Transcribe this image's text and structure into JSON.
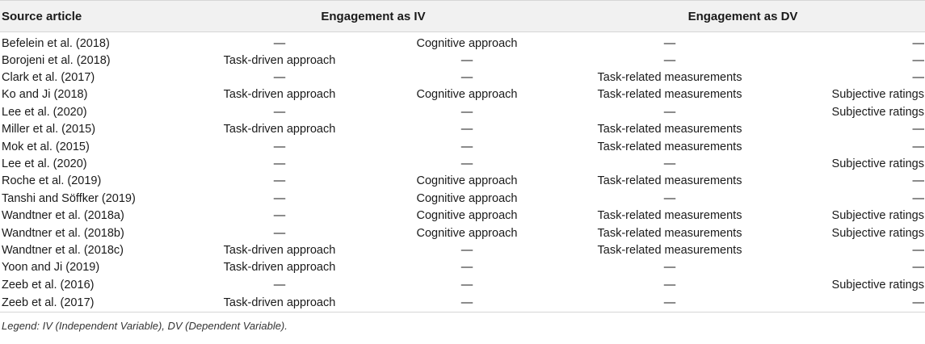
{
  "table": {
    "headers": {
      "source": "Source article",
      "iv": "Engagement as IV",
      "dv": "Engagement as DV"
    },
    "rows": [
      [
        "Befelein et al. (2018)",
        "—",
        "Cognitive approach",
        "—",
        "—"
      ],
      [
        "Borojeni et al. (2018)",
        "Task-driven approach",
        "—",
        "—",
        "—"
      ],
      [
        "Clark et al. (2017)",
        "—",
        "—",
        "Task-related measurements",
        "—"
      ],
      [
        "Ko and Ji (2018)",
        "Task-driven approach",
        "Cognitive approach",
        "Task-related measurements",
        "Subjective ratings"
      ],
      [
        "Lee et al. (2020)",
        "—",
        "—",
        "—",
        "Subjective ratings"
      ],
      [
        "Miller et al. (2015)",
        "Task-driven approach",
        "—",
        "Task-related measurements",
        "—"
      ],
      [
        "Mok et al. (2015)",
        "—",
        "—",
        "Task-related measurements",
        "—"
      ],
      [
        "Lee et al. (2020)",
        "—",
        "—",
        "—",
        "Subjective ratings"
      ],
      [
        "Roche et al. (2019)",
        "—",
        "Cognitive approach",
        "Task-related measurements",
        "—"
      ],
      [
        "Tanshi and Söffker (2019)",
        "—",
        "Cognitive approach",
        "—",
        "—"
      ],
      [
        "Wandtner et al. (2018a)",
        "—",
        "Cognitive approach",
        "Task-related measurements",
        "Subjective ratings"
      ],
      [
        "Wandtner et al. (2018b)",
        "—",
        "Cognitive approach",
        "Task-related measurements",
        "Subjective ratings"
      ],
      [
        "Wandtner et al. (2018c)",
        "Task-driven approach",
        "—",
        "Task-related measurements",
        "—"
      ],
      [
        "Yoon and Ji (2019)",
        "Task-driven approach",
        "—",
        "—",
        "—"
      ],
      [
        "Zeeb et al. (2016)",
        "—",
        "—",
        "—",
        "Subjective ratings"
      ],
      [
        "Zeeb et al. (2017)",
        "Task-driven approach",
        "—",
        "—",
        "—"
      ]
    ]
  },
  "legend": "Legend: IV (Independent Variable), DV (Dependent Variable)."
}
